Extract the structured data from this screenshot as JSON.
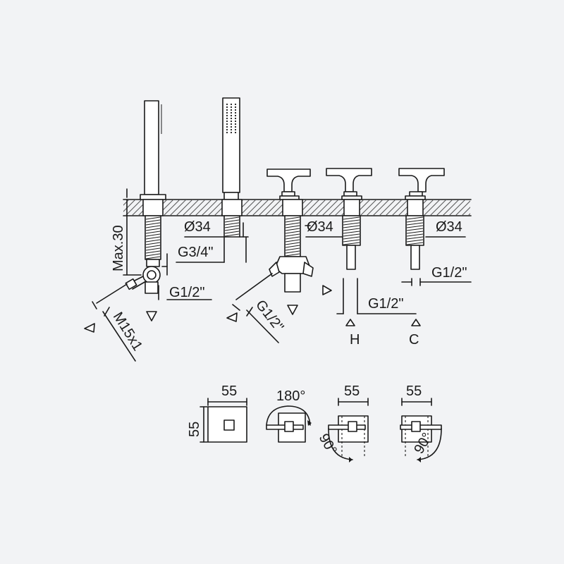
{
  "dimensions": {
    "max_30": "Max.30",
    "m15x1": "M15x1",
    "g34": "G3/4\"",
    "g12_a": "G1/2\"",
    "g12_b": "G1/2\"",
    "g12_c": "G1/2\"",
    "g12_d": "G1/2\"",
    "dia34_a": "Ø34",
    "dia34_b": "Ø34",
    "dia34_c": "Ø34",
    "hot": "H",
    "cold": "C"
  },
  "plan_views": {
    "shower_w": "55",
    "shower_h": "55",
    "spout_rotation": "180°",
    "hot_w": "55",
    "hot_rotation": "90°",
    "cold_w": "55",
    "cold_rotation": "90°"
  }
}
